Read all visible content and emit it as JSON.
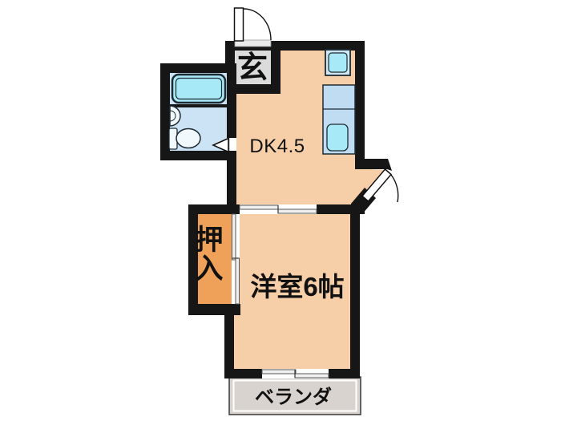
{
  "floor_plan": {
    "labels": {
      "genkan": "玄",
      "dk": "DK4.5",
      "closet": "押入",
      "closet_char_1": "押",
      "closet_char_2": "入",
      "western_room": "洋室6帖",
      "veranda": "ベランダ"
    },
    "colors": {
      "wall": "#161616",
      "room": "#F6CEA7",
      "closet": "#F0A159",
      "genkan": "#DBDBDB",
      "bath_floor": "#CBE3F4",
      "fixture": "#A8E9F7",
      "fixture_frame": "#CFE6F3",
      "counter": "#BFDCF2",
      "veranda": "#D8D3CE",
      "door_leaf": "#FFFFFF",
      "sliding_panel": "#F0F0F0",
      "text": "#111111"
    },
    "icons": {
      "fixtures": [
        "bathtub-icon",
        "washbasin-icon",
        "toilet-icon",
        "stove-icon",
        "kitchen-sink-icon"
      ],
      "doors": [
        "entrance-door-icon",
        "bathroom-door-swing-icon",
        "side-door-icon",
        "dk-western-sliding-door-icon",
        "closet-sliding-door-icon",
        "veranda-window-icon"
      ]
    }
  }
}
